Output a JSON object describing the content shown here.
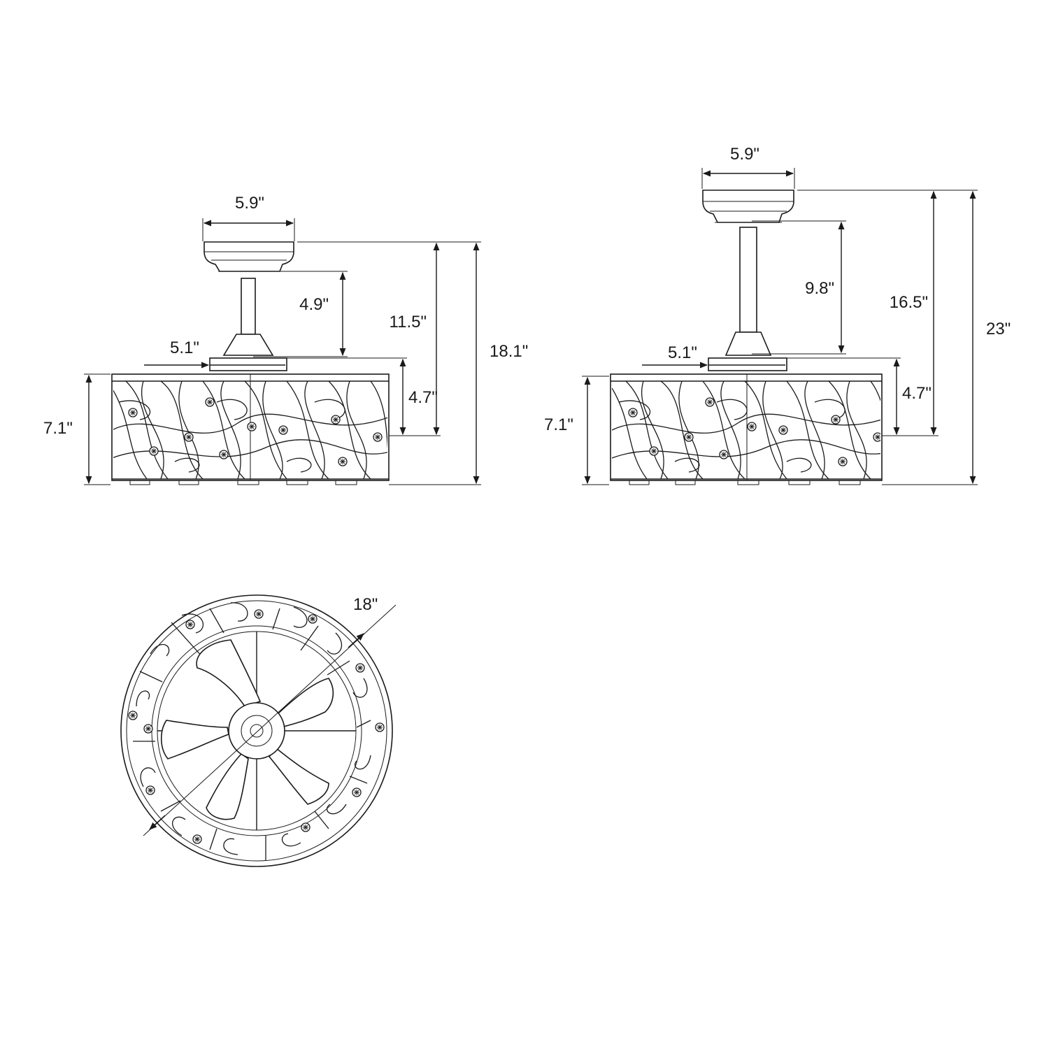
{
  "views": {
    "short_downrod": {
      "canopy_width": "5.9\"",
      "downrod_length": "4.9\"",
      "canopy_to_cage_top": "11.5\"",
      "total_height": "18.1\"",
      "motor_housing_width": "5.1\"",
      "housing_height": "4.7\"",
      "cage_height": "7.1\""
    },
    "long_downrod": {
      "canopy_width": "5.9\"",
      "downrod_length": "9.8\"",
      "canopy_to_cage_top": "16.5\"",
      "total_height": "23\"",
      "motor_housing_width": "5.1\"",
      "housing_height": "4.7\"",
      "cage_height": "7.1\""
    },
    "bottom_view": {
      "diameter": "18\""
    }
  },
  "colors": {
    "line": "#1a1a1a",
    "background": "#ffffff"
  }
}
